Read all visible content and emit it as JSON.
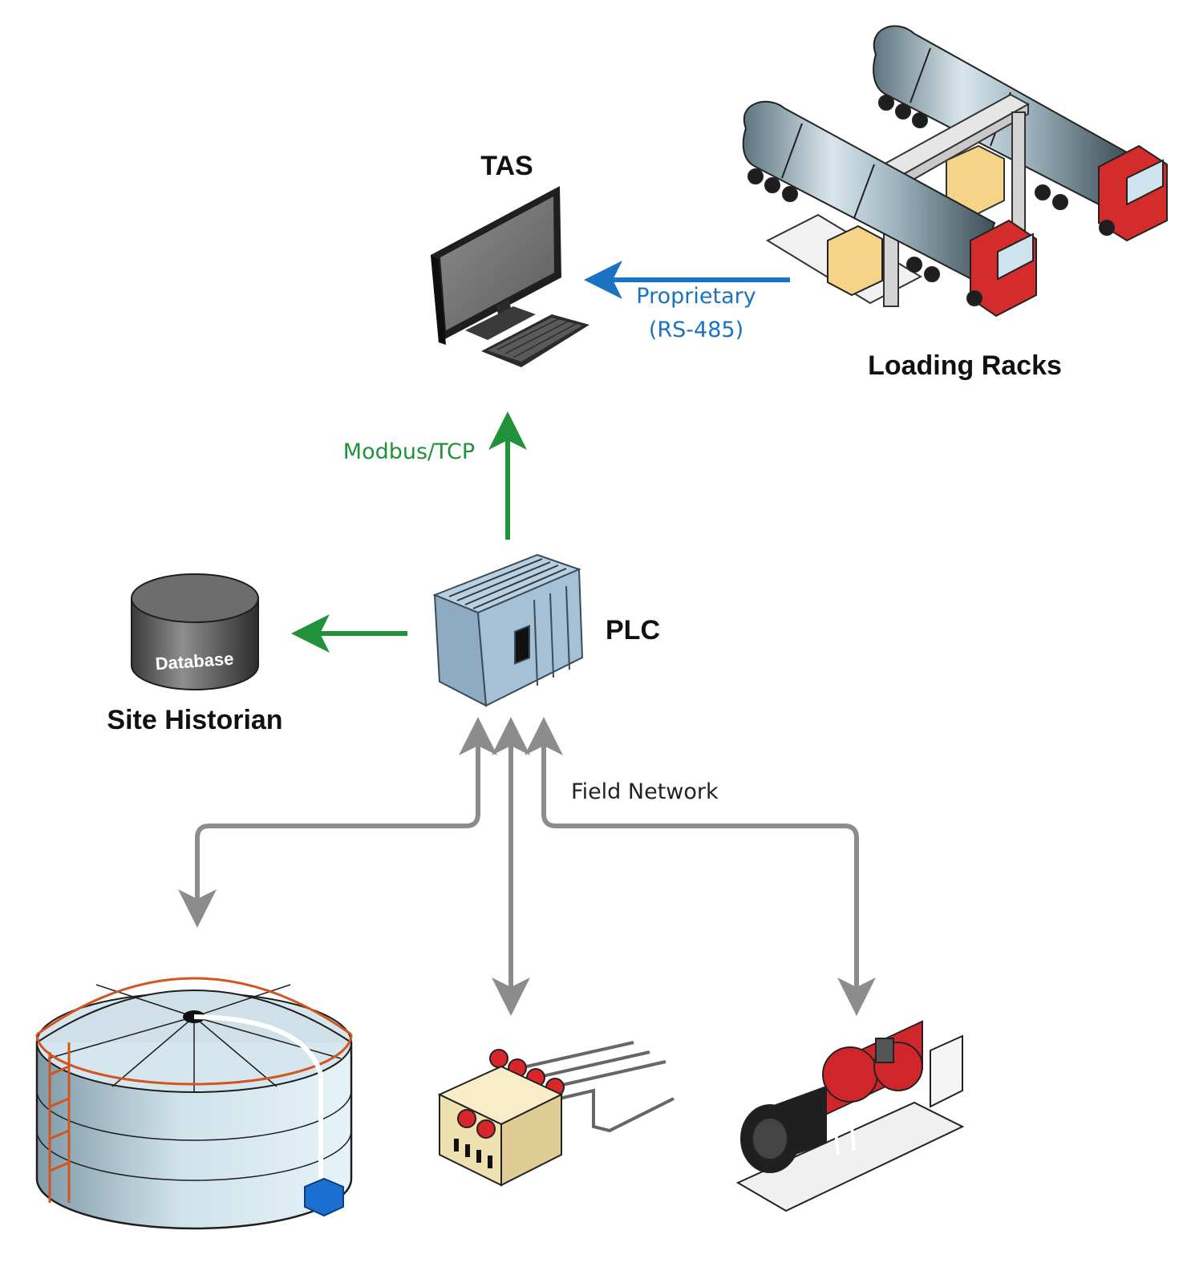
{
  "nodes": {
    "tas": {
      "label": "TAS"
    },
    "loading_racks": {
      "label": "Loading Racks"
    },
    "plc": {
      "label": "PLC"
    },
    "site_historian": {
      "label": "Site Historian",
      "badge": "Database"
    }
  },
  "edges": {
    "racks_to_tas": {
      "label_line1": "Proprietary",
      "label_line2": "(RS-485)",
      "color": "#1a73c2"
    },
    "plc_to_tas": {
      "label": "Modbus/TCP",
      "color": "#22923a"
    },
    "plc_to_historian": {
      "label": "",
      "color": "#22923a"
    },
    "field_network": {
      "label": "Field Network",
      "color": "#8a8a8a"
    }
  },
  "icons": {
    "tas": "computer-workstation-icon",
    "loading_racks": "tanker-trucks-loading-rack-icon",
    "plc": "plc-rack-icon",
    "site_historian": "database-cylinder-icon",
    "tank": "storage-tank-icon",
    "valves": "valve-control-panel-icon",
    "pump": "pump-motor-icon"
  }
}
